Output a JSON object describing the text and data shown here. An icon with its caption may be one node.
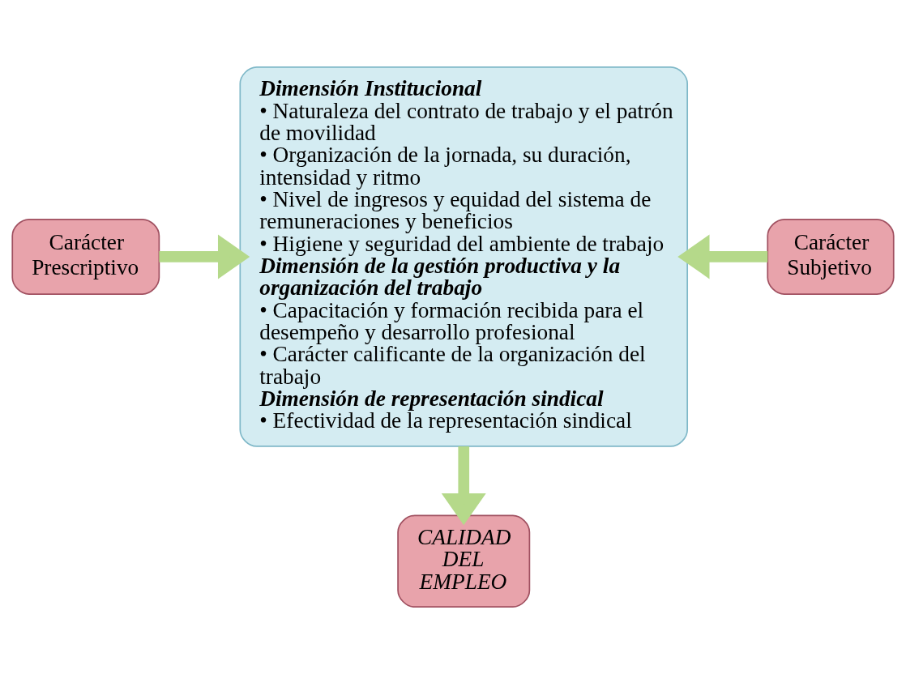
{
  "diagram": {
    "nodes": [
      {
        "text": [
          "Carácter Prescriptivo"
        ]
      },
      {
        "text": [
          "Dimensión Institucional",
          "• Naturaleza del contrato de trabajo y el patrón de movilidad",
          "• Organización de la jornada, su duración, intensidad y ritmo",
          "• Nivel de ingresos y equidad del sistema de remuneraciones y beneficios",
          "• Higiene y seguridad del ambiente de trabajo",
          "Dimensión de la gestión productiva y la organización del trabajo",
          "• Capacitación y formación recibida para el desempeño y desarrollo profesional",
          "• Carácter calificante de la organización del trabajo",
          "Dimensión de representación sindical",
          "• Efectividad de la representación sindical"
        ]
      },
      {
        "text": [
          "Carácter Subjetivo"
        ]
      },
      {
        "text": [
          "CALIDAD DEL EMPLEO"
        ]
      }
    ],
    "edges": [
      {
        "from": 0,
        "to": 1,
        "arrow": "to"
      },
      {
        "from": 2,
        "to": 1,
        "arrow": "to"
      },
      {
        "from": 1,
        "to": 3,
        "arrow": "to"
      }
    ]
  }
}
